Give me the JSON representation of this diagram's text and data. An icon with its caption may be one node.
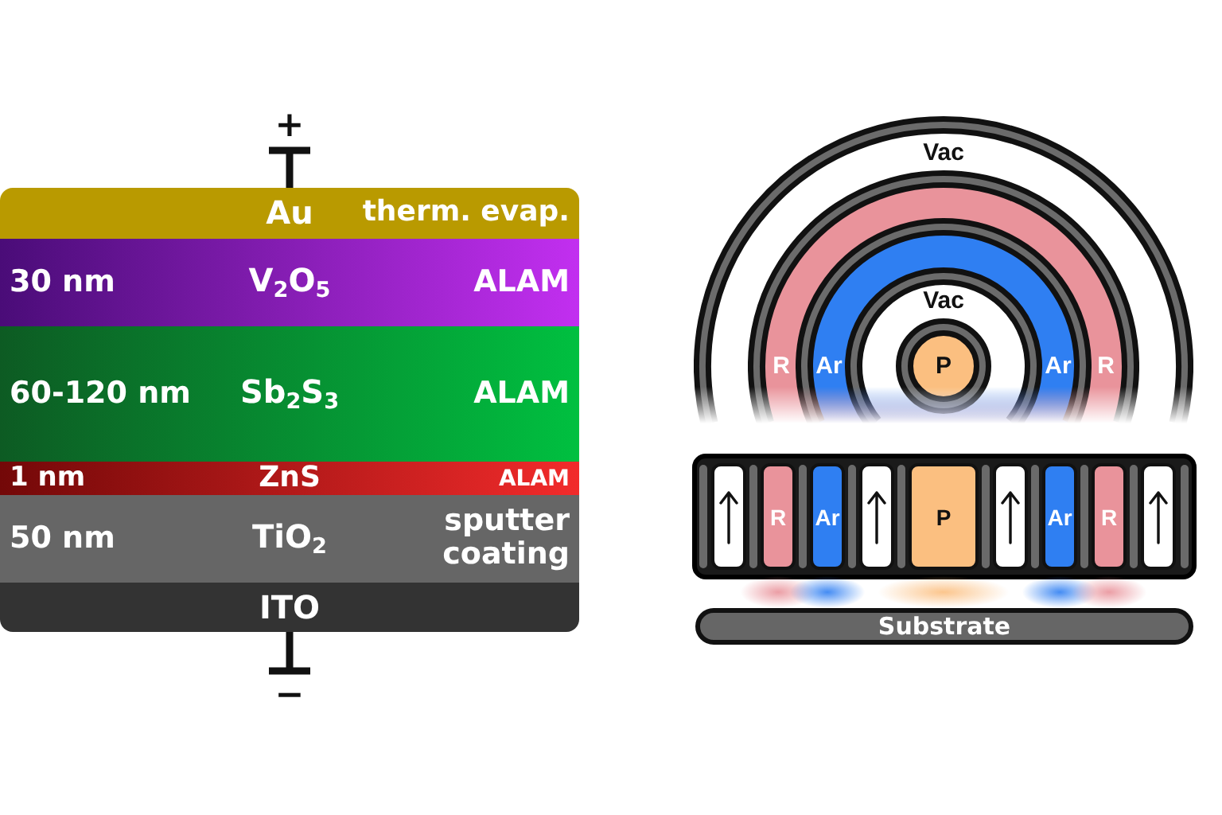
{
  "diagram": {
    "nodes": [
      {
        "text": [
          "Au",
          "therm. evap."
        ]
      },
      {
        "text": [
          "30 nm",
          "V$_{2}$O$_{5}$",
          "ALAM"
        ]
      },
      {
        "text": [
          "60-120 nm",
          "Sb$_{2}$S$_{3}$",
          "ALAM"
        ]
      },
      {
        "text": [
          "1 nm",
          "ZnS",
          "ALAM"
        ]
      },
      {
        "text": [
          "50 nm",
          "TiO$_{2}$",
          "sputter coating"
        ]
      },
      {
        "text": [
          "ITO"
        ]
      },
      {
        "text": [
          "Vac"
        ]
      },
      {
        "text": [
          "R",
          "R"
        ],
        "in": 6
      },
      {
        "text": [
          "Ar",
          "Ar"
        ],
        "in": 7
      },
      {
        "text": [
          "Vac"
        ],
        "in": 8
      },
      {
        "text": [
          "P"
        ],
        "in": 9
      },
      {
        "text": [],
        "shape": "box"
      },
      {
        "text": [
          "R"
        ]
      },
      {
        "text": [
          "Ar"
        ]
      },
      {
        "text": [],
        "shape": "box"
      },
      {
        "text": [
          "P"
        ]
      },
      {
        "text": [],
        "shape": "box"
      },
      {
        "text": [
          "Ar"
        ]
      },
      {
        "text": [
          "R"
        ]
      },
      {
        "text": [],
        "shape": "box"
      },
      {
        "text": [
          "Substrate"
        ]
      }
    ],
    "labels": [
      "+",
      "−"
    ]
  }
}
